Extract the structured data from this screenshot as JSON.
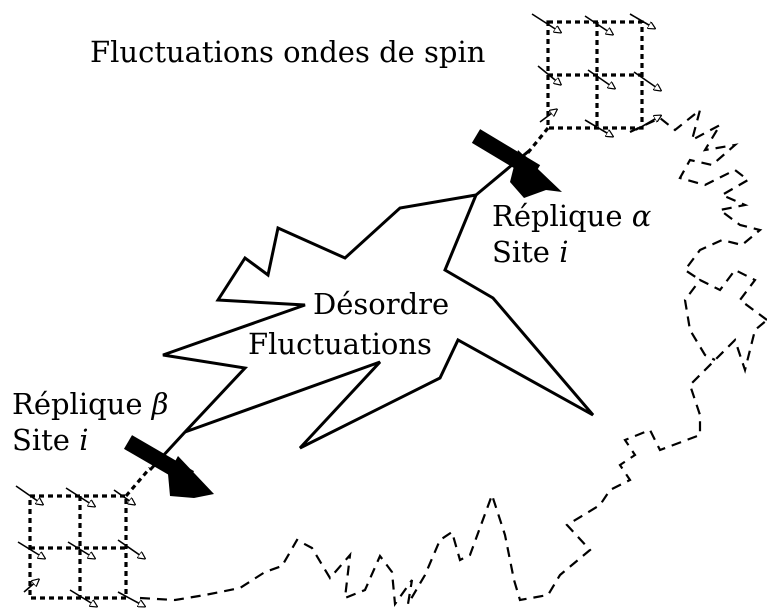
{
  "labels": {
    "title": "Fluctuations ondes de spin",
    "replica_alpha": "Réplique",
    "replica_alpha_symbol": "α",
    "site_alpha": "Site",
    "site_alpha_symbol": "i",
    "replica_beta": "Réplique",
    "replica_beta_symbol": "β",
    "site_beta": "Site",
    "site_beta_symbol": "i",
    "center_line1": "Désordre",
    "center_line2": "Fluctuations"
  },
  "colors": {
    "ink": "#000000",
    "background": "#ffffff"
  }
}
